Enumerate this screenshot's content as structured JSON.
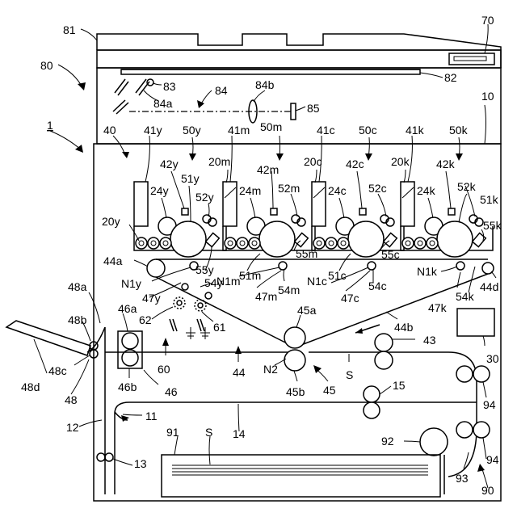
{
  "labels": {
    "l81": "81",
    "l70": "70",
    "l80": "80",
    "l82": "82",
    "l83": "83",
    "l84": "84",
    "l84a": "84a",
    "l84b": "84b",
    "l85": "85",
    "l1": "1",
    "l10": "10",
    "l40": "40",
    "l41y": "41y",
    "l50y": "50y",
    "l41m": "41m",
    "l41c": "41c",
    "l50c": "50c",
    "l41k": "41k",
    "l50k": "50k",
    "l42y": "42y",
    "l20m": "20m",
    "l50m": "50m",
    "l20c": "20c",
    "l42c": "42c",
    "l20k": "20k",
    "l42k": "42k",
    "l51y": "51y",
    "l42m": "42m",
    "l52k": "52k",
    "l24y": "24y",
    "l52y": "52y",
    "l24m": "24m",
    "l52m": "52m",
    "l24c": "24c",
    "l52c": "52c",
    "l24k": "24k",
    "l51k": "51k",
    "l20y": "20y",
    "l55k": "55k",
    "l44a": "44a",
    "l55y": "55y",
    "l51m": "51m",
    "l55m": "55m",
    "l51c": "51c",
    "l55c": "55c",
    "l1k": "N1k",
    "l44d": "44d",
    "lN1y": "N1y",
    "l54y": "54y",
    "lN1m": "N1m",
    "l54m": "54m",
    "lN1c": "N1c",
    "l54c": "54c",
    "l47y": "47y",
    "l47m": "47m",
    "l47c": "47c",
    "l47k": "47k",
    "l54k": "54k",
    "l48a": "48a",
    "l46a": "46a",
    "l62": "62",
    "l61": "61",
    "l45a": "45a",
    "l44b": "44b",
    "l43": "43",
    "l48b": "48b",
    "l30": "30",
    "l48c": "48c",
    "l60": "60",
    "l44": "44",
    "lN2": "N2",
    "lS1": "S",
    "l48d": "48d",
    "l46b": "46b",
    "l46": "46",
    "l45b": "45b",
    "l45": "45",
    "l15": "15",
    "l48": "48",
    "l94a": "94",
    "l11": "11",
    "l12": "12",
    "l14": "14",
    "l91": "91",
    "lS2": "S",
    "l92": "92",
    "l13": "13",
    "l93": "93",
    "l94b": "94",
    "l90": "90"
  }
}
